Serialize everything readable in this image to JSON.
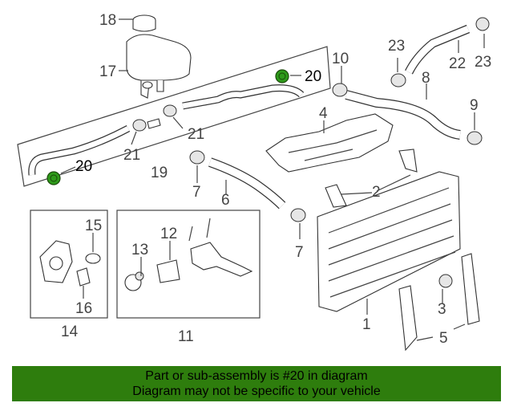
{
  "labels": {
    "l1": "1",
    "l2": "2",
    "l3": "3",
    "l4": "4",
    "l5": "5",
    "l6": "6",
    "l7a": "7",
    "l7b": "7",
    "l8": "8",
    "l9": "9",
    "l10": "10",
    "l11": "11",
    "l12": "12",
    "l13": "13",
    "l14": "14",
    "l15": "15",
    "l16": "16",
    "l17": "17",
    "l18": "18",
    "l19": "19",
    "l20a": "20",
    "l20b": "20",
    "l21a": "21",
    "l21b": "21",
    "l22": "22",
    "l23a": "23",
    "l23b": "23"
  },
  "highlight_color": "#2e9a1a",
  "banner": {
    "line1": "Part or sub-assembly is #20 in diagram",
    "line2": "Diagram may not be specific to your vehicle"
  }
}
